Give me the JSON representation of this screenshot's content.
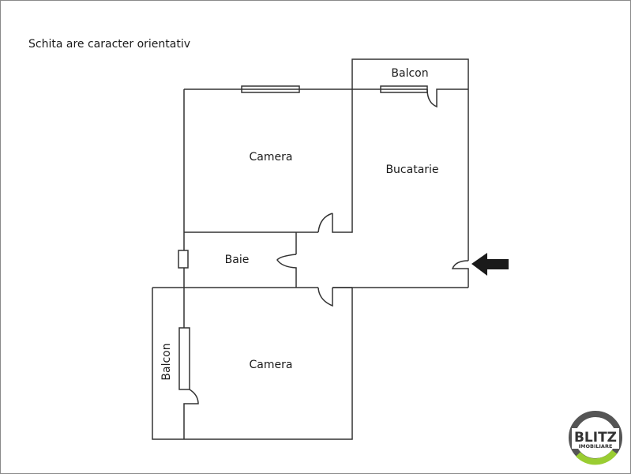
{
  "caption": "Schita are caracter orientativ",
  "rooms": [
    {
      "id": "camera-1",
      "label": "Camera"
    },
    {
      "id": "bucatarie",
      "label": "Bucatarie"
    },
    {
      "id": "balcon-top",
      "label": "Balcon"
    },
    {
      "id": "baie",
      "label": "Baie"
    },
    {
      "id": "camera-2",
      "label": "Camera"
    },
    {
      "id": "balcon-left",
      "label": "Balcon"
    }
  ],
  "entrance_arrow": {
    "direction": "left",
    "color": "#1a1a1a"
  },
  "logo": {
    "brand": "BLITZ",
    "subtitle": "IMOBILIARE",
    "ring_color": "#555555",
    "accent_color": "#9acd32"
  },
  "colors": {
    "wall": "#333333",
    "frame_border": "#8a8a8a",
    "background": "#ffffff"
  }
}
